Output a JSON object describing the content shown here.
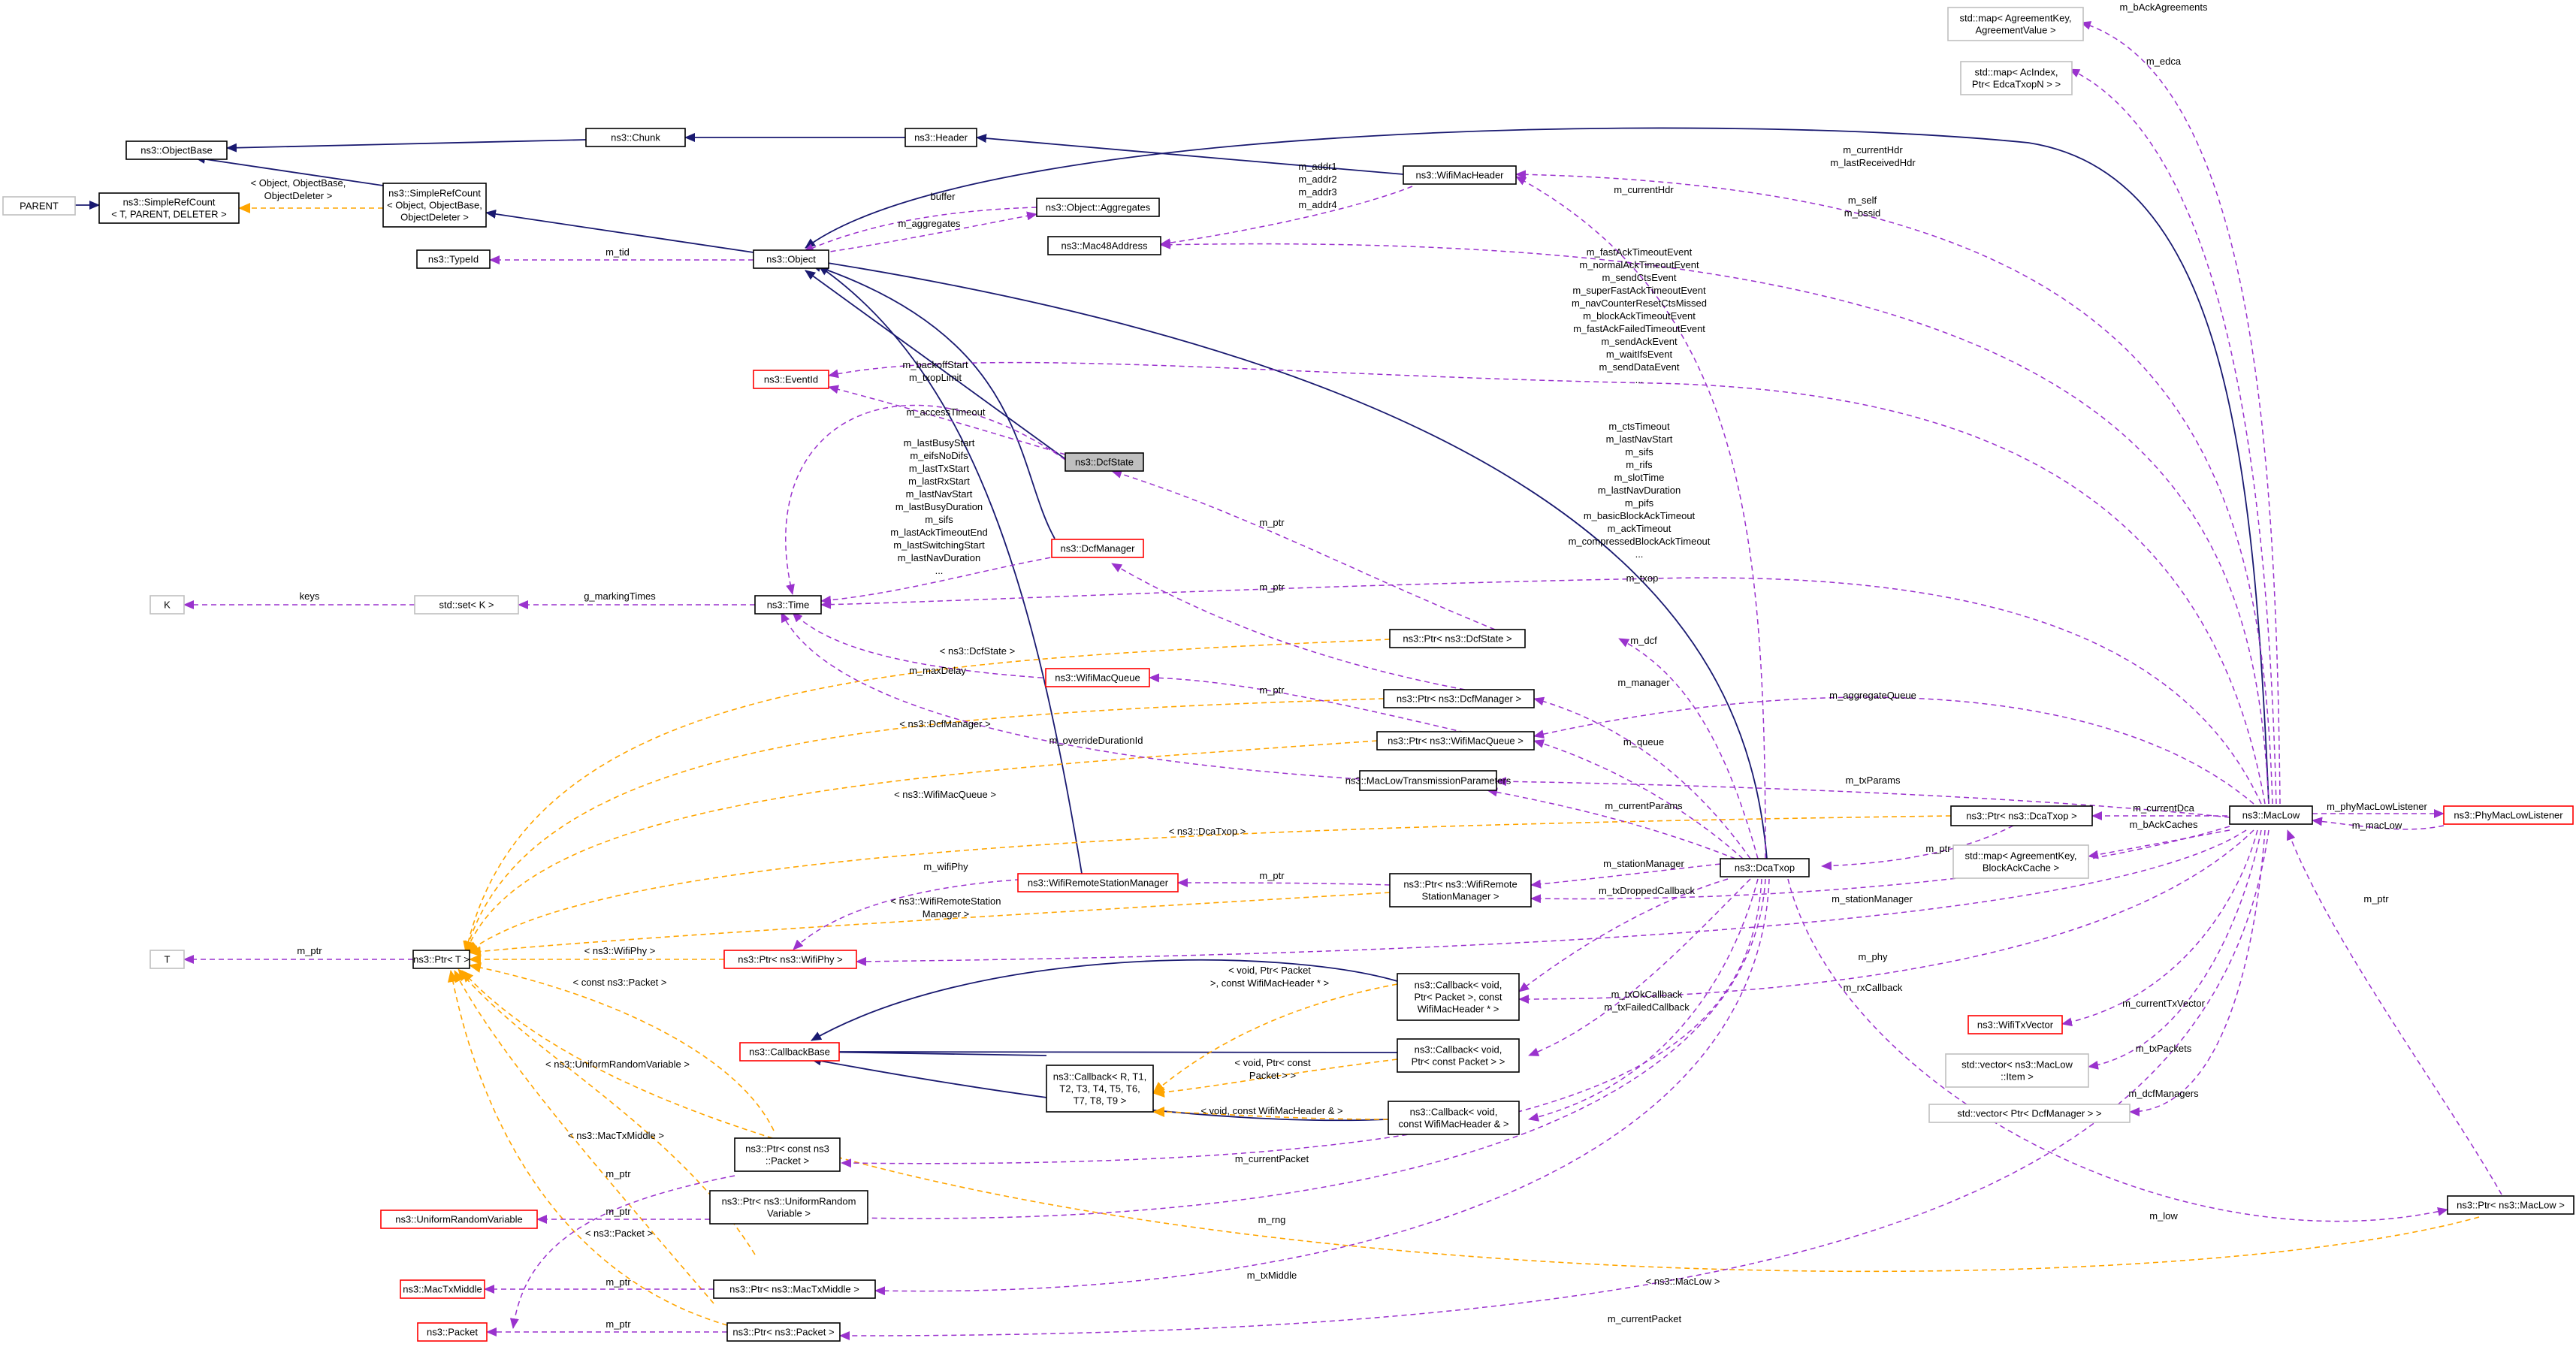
{
  "nodes": [
    {
      "id": "objbase",
      "label": [
        "ns3::ObjectBase"
      ],
      "style": "black"
    },
    {
      "id": "parent",
      "label": [
        "PARENT"
      ],
      "style": "gray"
    },
    {
      "id": "simplerefcount",
      "label": [
        "ns3::SimpleRefCount",
        "< T, PARENT, DELETER >"
      ],
      "style": "black"
    },
    {
      "id": "typeid",
      "label": [
        "ns3::TypeId"
      ],
      "style": "black"
    },
    {
      "id": "k",
      "label": [
        "K"
      ],
      "style": "gray"
    },
    {
      "id": "t",
      "label": [
        "T"
      ],
      "style": "gray"
    },
    {
      "id": "chunk",
      "label": [
        "ns3::Chunk"
      ],
      "style": "black"
    },
    {
      "id": "simplerefcountobj",
      "label": [
        "ns3::SimpleRefCount",
        "< Object, ObjectBase,",
        "ObjectDeleter >"
      ],
      "style": "black"
    },
    {
      "id": "object",
      "label": [
        "ns3::Object"
      ],
      "style": "black"
    },
    {
      "id": "header",
      "label": [
        "ns3::Header"
      ],
      "style": "black"
    },
    {
      "id": "aggregates",
      "label": [
        "ns3::Object::Aggregates"
      ],
      "style": "black"
    },
    {
      "id": "wifimacheader",
      "label": [
        "ns3::WifiMacHeader"
      ],
      "style": "black"
    },
    {
      "id": "mac48",
      "label": [
        "ns3::Mac48Address"
      ],
      "style": "black"
    },
    {
      "id": "eventid",
      "label": [
        "ns3::EventId"
      ],
      "style": "red"
    },
    {
      "id": "dcfstate",
      "label": [
        "ns3::DcfState"
      ],
      "style": "hl"
    },
    {
      "id": "dcfmanager",
      "label": [
        "ns3::DcfManager"
      ],
      "style": "red"
    },
    {
      "id": "time",
      "label": [
        "ns3::Time"
      ],
      "style": "black"
    },
    {
      "id": "setk",
      "label": [
        "std::set< K >"
      ],
      "style": "gray"
    },
    {
      "id": "ptrt",
      "label": [
        "ns3::Ptr< T >"
      ],
      "style": "black"
    },
    {
      "id": "ptrdcfstate",
      "label": [
        "ns3::Ptr< ns3::DcfState >"
      ],
      "style": "black"
    },
    {
      "id": "wifimacqueue",
      "label": [
        "ns3::WifiMacQueue"
      ],
      "style": "red"
    },
    {
      "id": "ptrdcfmanager",
      "label": [
        "ns3::Ptr< ns3::DcfManager >"
      ],
      "style": "black"
    },
    {
      "id": "ptrwifimacqueue",
      "label": [
        "ns3::Ptr< ns3::WifiMacQueue >"
      ],
      "style": "black"
    },
    {
      "id": "maclowtxparams",
      "label": [
        "ns3::MacLowTransmissionParameters"
      ],
      "style": "black"
    },
    {
      "id": "wifirsm",
      "label": [
        "ns3::WifiRemoteStationManager"
      ],
      "style": "red"
    },
    {
      "id": "ptrwifirsm",
      "label": [
        "ns3::Ptr< ns3::WifiRemote",
        "StationManager >"
      ],
      "style": "black"
    },
    {
      "id": "dcatxop",
      "label": [
        "ns3::DcaTxop"
      ],
      "style": "black"
    },
    {
      "id": "ptrwifiphy",
      "label": [
        "ns3::Ptr< ns3::WifiPhy >"
      ],
      "style": "red"
    },
    {
      "id": "callbackbase",
      "label": [
        "ns3::CallbackBase"
      ],
      "style": "red"
    },
    {
      "id": "callbackrt",
      "label": [
        "ns3::Callback< R, T1,",
        "T2, T3, T4, T5, T6,",
        "T7, T8, T9 >"
      ],
      "style": "black"
    },
    {
      "id": "cbpacketheader",
      "label": [
        "ns3::Callback< void,",
        "Ptr< Packet >, const",
        "WifiMacHeader * >"
      ],
      "style": "black"
    },
    {
      "id": "cbconstpacket",
      "label": [
        "ns3::Callback< void,",
        "Ptr< const Packet > >"
      ],
      "style": "black"
    },
    {
      "id": "cbheader",
      "label": [
        "ns3::Callback< void,",
        "const WifiMacHeader & >"
      ],
      "style": "black"
    },
    {
      "id": "ptrconstpacket",
      "label": [
        "ns3::Ptr< const ns3",
        "::Packet >"
      ],
      "style": "black"
    },
    {
      "id": "urv",
      "label": [
        "ns3::UniformRandomVariable"
      ],
      "style": "red"
    },
    {
      "id": "ptrurv",
      "label": [
        "ns3::Ptr< ns3::UniformRandom",
        "Variable >"
      ],
      "style": "black"
    },
    {
      "id": "mactxmiddle",
      "label": [
        "ns3::MacTxMiddle"
      ],
      "style": "red"
    },
    {
      "id": "ptrmactxmiddle",
      "label": [
        "ns3::Ptr< ns3::MacTxMiddle >"
      ],
      "style": "black"
    },
    {
      "id": "packet",
      "label": [
        "ns3::Packet"
      ],
      "style": "red"
    },
    {
      "id": "ptrpacket",
      "label": [
        "ns3::Ptr< ns3::Packet >"
      ],
      "style": "black"
    },
    {
      "id": "mapagreement",
      "label": [
        "std::map< AgreementKey,",
        "AgreementValue >"
      ],
      "style": "gray"
    },
    {
      "id": "mapacindex",
      "label": [
        "std::map< AcIndex,",
        "Ptr< EdcaTxopN > >"
      ],
      "style": "gray"
    },
    {
      "id": "ptrdcatxop",
      "label": [
        "ns3::Ptr< ns3::DcaTxop >"
      ],
      "style": "black"
    },
    {
      "id": "maclow",
      "label": [
        "ns3::MacLow"
      ],
      "style": "black"
    },
    {
      "id": "phymaclowlistener",
      "label": [
        "ns3::PhyMacLowListener"
      ],
      "style": "red"
    },
    {
      "id": "mapblockack",
      "label": [
        "std::map< AgreementKey,",
        "BlockAckCache >"
      ],
      "style": "gray"
    },
    {
      "id": "wifitxvector",
      "label": [
        "ns3::WifiTxVector"
      ],
      "style": "red"
    },
    {
      "id": "vectoritem",
      "label": [
        "std::vector< ns3::MacLow",
        "::Item >"
      ],
      "style": "gray"
    },
    {
      "id": "vectordcfmanager",
      "label": [
        "std::vector< Ptr< DcfManager > >"
      ],
      "style": "gray"
    },
    {
      "id": "ptrmaclow",
      "label": [
        "ns3::Ptr< ns3::MacLow >"
      ],
      "style": "black"
    }
  ],
  "edge_labels": [
    {
      "id": "lbl-parent",
      "lines": []
    },
    {
      "id": "lbl-srcobj",
      "lines": [
        "< Object, ObjectBase,",
        "ObjectDeleter >"
      ]
    },
    {
      "id": "lbl-tid",
      "lines": [
        "m_tid"
      ]
    },
    {
      "id": "lbl-buffer",
      "lines": [
        "buffer"
      ]
    },
    {
      "id": "lbl-aggregates",
      "lines": [
        "m_aggregates"
      ]
    },
    {
      "id": "lbl-addr",
      "lines": [
        "m_addr1",
        "m_addr2",
        "m_addr3",
        "m_addr4"
      ]
    },
    {
      "id": "lbl-keys",
      "lines": [
        "keys"
      ]
    },
    {
      "id": "lbl-gmarking",
      "lines": [
        "g_markingTimes"
      ]
    },
    {
      "id": "lbl-backoff",
      "lines": [
        "m_backoffStart",
        "m_txopLimit"
      ]
    },
    {
      "id": "lbl-accesstimeout",
      "lines": [
        "m_accessTimeout"
      ]
    },
    {
      "id": "lbl-dcfmgrtime",
      "lines": [
        "m_lastBusyStart",
        "m_eifsNoDifs",
        "m_lastTxStart",
        "m_lastRxStart",
        "m_lastNavStart",
        "m_lastBusyDuration",
        "m_sifs",
        "m_lastAckTimeoutEnd",
        "m_lastSwitchingStart",
        "m_lastNavDuration",
        "..."
      ]
    },
    {
      "id": "lbl-ptr-dcfstate",
      "lines": [
        "m_ptr"
      ]
    },
    {
      "id": "lbl-ptr-dcfmgr",
      "lines": [
        "m_ptr"
      ]
    },
    {
      "id": "lbl-maxdelay",
      "lines": [
        "m_maxDelay"
      ]
    },
    {
      "id": "lbl-ptr-queue",
      "lines": [
        "m_ptr"
      ]
    },
    {
      "id": "lbl-override",
      "lines": [
        "m_overrideDurationId"
      ]
    },
    {
      "id": "lbl-tpl-dcfstate",
      "lines": [
        "< ns3::DcfState >"
      ]
    },
    {
      "id": "lbl-tpl-dcfmgr",
      "lines": [
        "< ns3::DcfManager >"
      ]
    },
    {
      "id": "lbl-tpl-queue",
      "lines": [
        "< ns3::WifiMacQueue >"
      ]
    },
    {
      "id": "lbl-tpl-dcatxop",
      "lines": [
        "< ns3::DcaTxop >"
      ]
    },
    {
      "id": "lbl-wifiphy",
      "lines": [
        "m_wifiPhy"
      ]
    },
    {
      "id": "lbl-ptr-rsm",
      "lines": [
        "m_ptr"
      ]
    },
    {
      "id": "lbl-tpl-rsm",
      "lines": [
        "< ns3::WifiRemoteStation",
        "Manager >"
      ]
    },
    {
      "id": "lbl-tpl-phy",
      "lines": [
        "< ns3::WifiPhy >"
      ]
    },
    {
      "id": "lbl-t-ptr",
      "lines": [
        "m_ptr"
      ]
    },
    {
      "id": "lbl-tpl-constpacket",
      "lines": [
        "< const ns3::Packet >"
      ]
    },
    {
      "id": "lbl-tpl-urv",
      "lines": [
        "< ns3::UniformRandomVariable >"
      ]
    },
    {
      "id": "lbl-tpl-mactxmiddle",
      "lines": [
        "< ns3::MacTxMiddle >"
      ]
    },
    {
      "id": "lbl-tpl-packet",
      "lines": [
        "< ns3::Packet >"
      ]
    },
    {
      "id": "lbl-ptr-urv",
      "lines": [
        "m_ptr"
      ]
    },
    {
      "id": "lbl-ptr-urv2",
      "lines": [
        "m_ptr"
      ]
    },
    {
      "id": "lbl-ptr-mtm",
      "lines": [
        "m_ptr"
      ]
    },
    {
      "id": "lbl-ptr-packet",
      "lines": [
        "m_ptr"
      ]
    },
    {
      "id": "lbl-tpl-cb1",
      "lines": [
        "< void, Ptr< Packet",
        ">, const WifiMacHeader * >"
      ]
    },
    {
      "id": "lbl-tpl-cb2",
      "lines": [
        "< void, Ptr< const",
        "Packet > >"
      ]
    },
    {
      "id": "lbl-tpl-cb3",
      "lines": [
        "< void, const WifiMacHeader & >"
      ]
    },
    {
      "id": "lbl-currenthdr-dca",
      "lines": [
        "m_currentHdr"
      ]
    },
    {
      "id": "lbl-txop",
      "lines": [
        "m_txop"
      ]
    },
    {
      "id": "lbl-dcf",
      "lines": [
        "m_dcf"
      ]
    },
    {
      "id": "lbl-manager",
      "lines": [
        "m_manager"
      ]
    },
    {
      "id": "lbl-queue",
      "lines": [
        "m_queue"
      ]
    },
    {
      "id": "lbl-currentparams",
      "lines": [
        "m_currentParams"
      ]
    },
    {
      "id": "lbl-stationmgr-dca",
      "lines": [
        "m_stationManager"
      ]
    },
    {
      "id": "lbl-txdropped",
      "lines": [
        "m_txDroppedCallback"
      ]
    },
    {
      "id": "lbl-txok",
      "lines": [
        "m_txOkCallback",
        "m_txFailedCallback"
      ]
    },
    {
      "id": "lbl-currentpacket-dca",
      "lines": [
        "m_currentPacket"
      ]
    },
    {
      "id": "lbl-rng",
      "lines": [
        "m_rng"
      ]
    },
    {
      "id": "lbl-txmiddle",
      "lines": [
        "m_txMiddle"
      ]
    },
    {
      "id": "lbl-bacK",
      "lines": [
        "m_bAckAgreements"
      ]
    },
    {
      "id": "lbl-edca",
      "lines": [
        "m_edca"
      ]
    },
    {
      "id": "lbl-currenthdr-maclow",
      "lines": [
        "m_currentHdr",
        "m_lastReceivedHdr"
      ]
    },
    {
      "id": "lbl-self",
      "lines": [
        "m_self",
        "m_bssid"
      ]
    },
    {
      "id": "lbl-events",
      "lines": [
        "m_fastAckTimeoutEvent",
        "m_normalAckTimeoutEvent",
        "m_sendCtsEvent",
        "m_superFastAckTimeoutEvent",
        "m_navCounterResetCtsMissed",
        "m_blockAckTimeoutEvent",
        "m_fastAckFailedTimeoutEvent",
        "m_sendAckEvent",
        "m_waitIfsEvent",
        "m_sendDataEvent",
        "..."
      ]
    },
    {
      "id": "lbl-times",
      "lines": [
        "m_ctsTimeout",
        "m_lastNavStart",
        "m_sifs",
        "m_rifs",
        "m_slotTime",
        "m_lastNavDuration",
        "m_pifs",
        "m_basicBlockAckTimeout",
        "m_ackTimeout",
        "m_compressedBlockAckTimeout",
        "..."
      ]
    },
    {
      "id": "lbl-aggqueue",
      "lines": [
        "m_aggregateQueue"
      ]
    },
    {
      "id": "lbl-txparams",
      "lines": [
        "m_txParams"
      ]
    },
    {
      "id": "lbl-currentdca",
      "lines": [
        "m_currentDca"
      ]
    },
    {
      "id": "lbl-backcaches",
      "lines": [
        "m_bAckCaches"
      ]
    },
    {
      "id": "lbl-ptr-dcatxop",
      "lines": [
        "m_ptr"
      ]
    },
    {
      "id": "lbl-stationmgr-maclow",
      "lines": [
        "m_stationManager"
      ]
    },
    {
      "id": "lbl-phy",
      "lines": [
        "m_phy"
      ]
    },
    {
      "id": "lbl-rxcallback",
      "lines": [
        "m_rxCallback"
      ]
    },
    {
      "id": "lbl-currenttxvector",
      "lines": [
        "m_currentTxVector"
      ]
    },
    {
      "id": "lbl-txpackets",
      "lines": [
        "m_txPackets"
      ]
    },
    {
      "id": "lbl-dcfmanagers",
      "lines": [
        "m_dcfManagers"
      ]
    },
    {
      "id": "lbl-phymaclowlistener",
      "lines": [
        "m_phyMacLowListener"
      ]
    },
    {
      "id": "lbl-maclow",
      "lines": [
        "m_macLow"
      ]
    },
    {
      "id": "lbl-ptr-maclow",
      "lines": [
        "m_ptr"
      ]
    },
    {
      "id": "lbl-low",
      "lines": [
        "m_low"
      ]
    },
    {
      "id": "lbl-tpl-maclow",
      "lines": [
        "< ns3::MacLow >"
      ]
    },
    {
      "id": "lbl-currentpacket-maclow",
      "lines": [
        "m_currentPacket"
      ]
    }
  ]
}
